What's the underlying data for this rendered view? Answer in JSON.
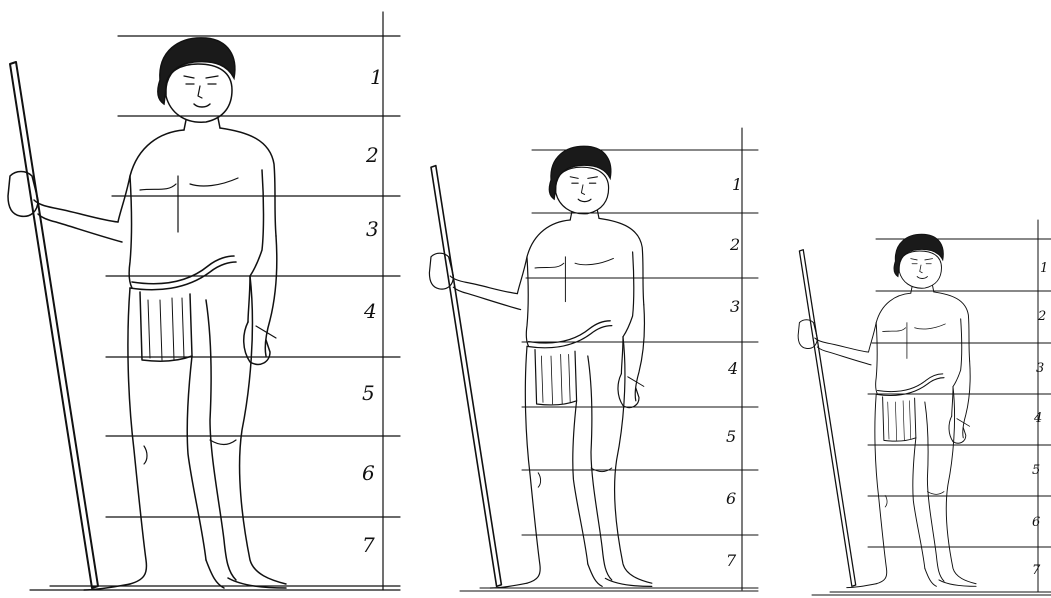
{
  "figures": [
    {
      "id": "large",
      "labels": [
        "1",
        "2",
        "3",
        "4",
        "5",
        "6",
        "7"
      ]
    },
    {
      "id": "medium",
      "labels": [
        "1",
        "2",
        "3",
        "4",
        "5",
        "6",
        "7"
      ]
    },
    {
      "id": "small",
      "labels": [
        "1",
        "2",
        "3",
        "4",
        "5",
        "6",
        "7"
      ]
    }
  ]
}
